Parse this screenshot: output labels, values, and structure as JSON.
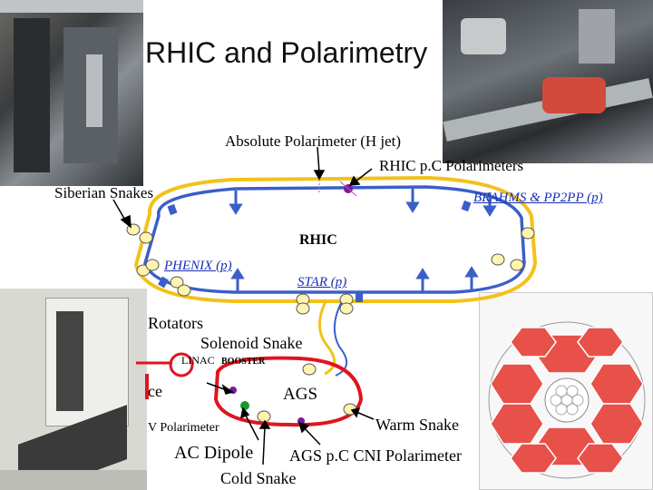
{
  "title": "RHIC and Polarimetry",
  "labels": {
    "abs_polarimeter": "Absolute Polarimeter (H jet)",
    "rhic_pc": "RHIC p.C Polarimeters",
    "siberian": "Siberian Snakes",
    "brahms": "BRAHMS & PP2PP (p)",
    "rhic": "RHIC",
    "phenix": "PHENIX (p)",
    "star": "STAR (p)",
    "rotators": "Rotators",
    "solenoid": "Solenoid Snake",
    "linac": "LINAC",
    "booster": "BOOSTER",
    "source_frag": "ce",
    "ags": "AGS",
    "warm": "Warm Snake",
    "v_polarimeter": "V Polarimeter",
    "ac_dipole": "AC Dipole",
    "ags_cni": "AGS p.C CNI Polarimeter",
    "cold": "Cold Snake"
  },
  "colors": {
    "ring_yellow": "#f2c21a",
    "ring_blue": "#3b5fc8",
    "ags_red": "#e0141e",
    "label_blue": "#1a2fb5"
  }
}
